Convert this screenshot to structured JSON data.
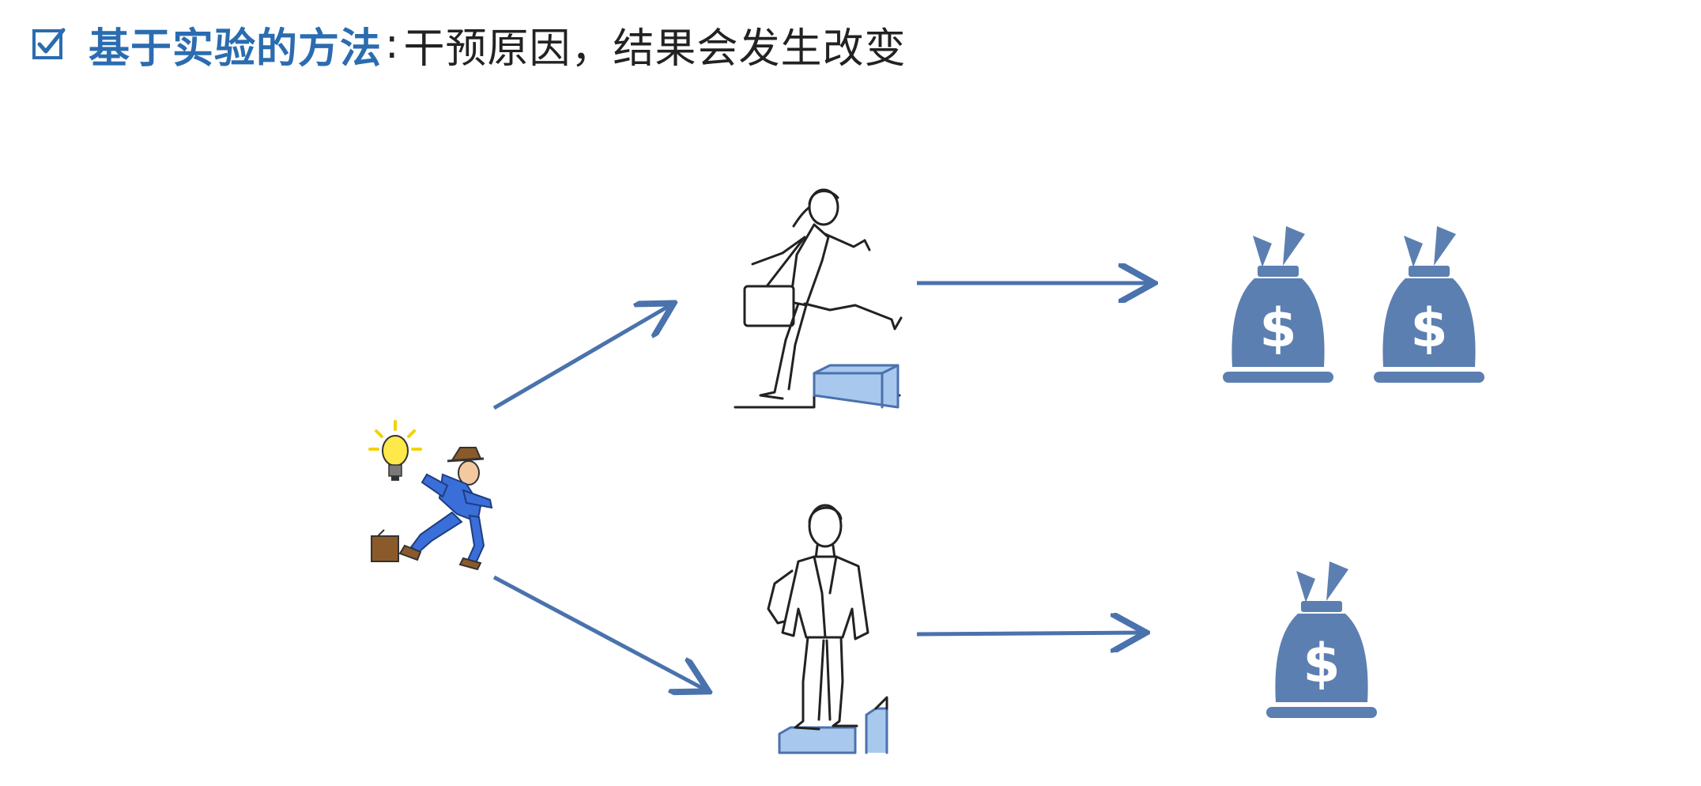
{
  "title": {
    "bold_text": "基于实验的方法",
    "separator": ":",
    "rest_text": "干预原因，结果会发生改变",
    "accent_color": "#2b6cb0",
    "icon": "checkbox-checked-icon"
  },
  "diagram": {
    "arrow_color": "#4a72ad",
    "moneybag_color": "#5b7fb0",
    "moneybag_symbol": "$",
    "start_figure": "running-man-with-lightbulb",
    "top_branch": {
      "figure": "person-climbing-steps",
      "moneybag_count": 2
    },
    "bottom_branch": {
      "figure": "person-standing-on-step",
      "moneybag_count": 1
    }
  }
}
